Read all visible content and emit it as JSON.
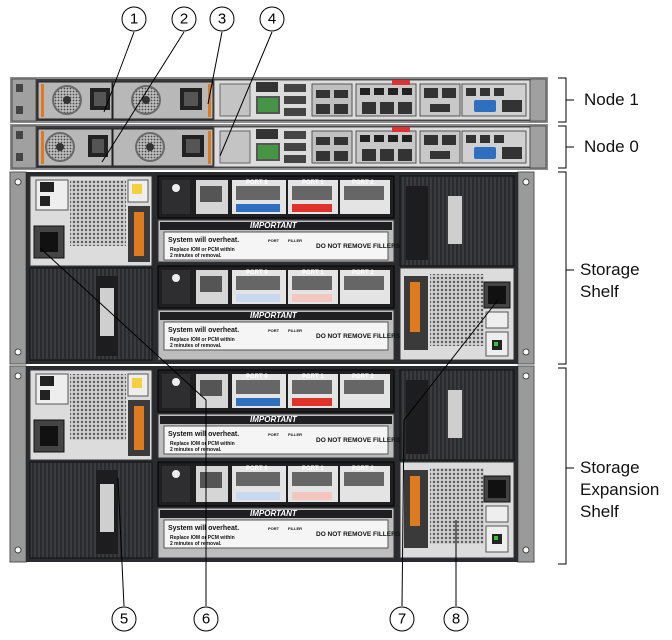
{
  "callouts": [
    "1",
    "2",
    "3",
    "4",
    "5",
    "6",
    "7",
    "8"
  ],
  "side_labels": {
    "node1": "Node 1",
    "node0": "Node 0",
    "storage_line1": "Storage",
    "storage_line2": "Shelf",
    "expansion_line1": "Storage",
    "expansion_line2": "Expansion",
    "expansion_line3": "Shelf"
  },
  "iom": {
    "port0": "PORT 0",
    "port1": "PORT 1",
    "port2": "PORT 2"
  },
  "filler": {
    "important": "IMPORTANT",
    "overheat": "System will overheat.",
    "replace_line1": "Replace IOM or PCM within",
    "replace_line2": "2 minutes of removal.",
    "do_not_remove": "DO NOT REMOVE FILLERS",
    "port_label": "PORT",
    "filler_label": "FILLER"
  },
  "colors": {
    "chassis": "#2a2b2e",
    "rail": "#9a9a9a",
    "psu_orange": "#e07a1f",
    "port_blue": "#2f6fc0",
    "port_red": "#e0312a",
    "led_green": "#3bbf3b"
  }
}
